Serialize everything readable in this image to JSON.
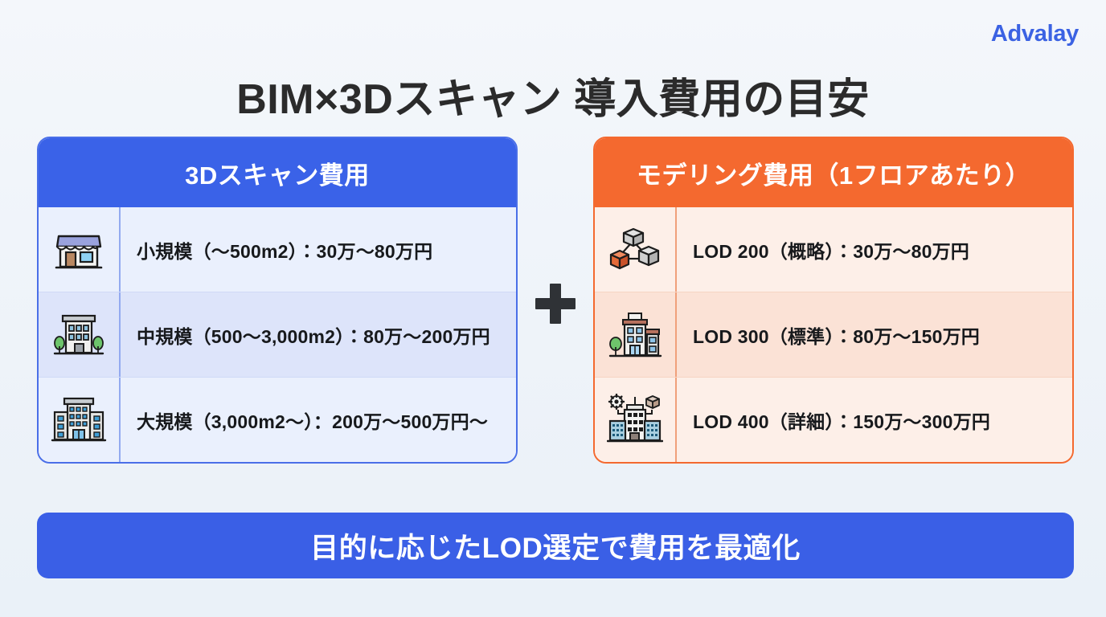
{
  "brand": {
    "name": "Advalay",
    "color": "#3b62e3"
  },
  "title": "BIM×3Dスキャン 導入費用の目安",
  "operator": "+",
  "cards": {
    "scan": {
      "header": "3Dスキャン費用",
      "header_color": "#3a62e8",
      "rows": [
        {
          "icon": "storefront-icon",
          "label": "小規模（〜500m2）：30万〜80万円"
        },
        {
          "icon": "office-building-trees-icon",
          "label": "中規模（500〜3,000m2）：80万〜200万円"
        },
        {
          "icon": "large-building-complex-icon",
          "label": "大規模（3,000m2〜）：200万〜500万円〜"
        }
      ]
    },
    "modeling": {
      "header": "モデリング費用（1フロアあたり）",
      "header_color": "#f4692f",
      "rows": [
        {
          "icon": "connected-cubes-icon",
          "label": "LOD 200（概略）：30万〜80万円"
        },
        {
          "icon": "building-tree-icon",
          "label": "LOD 300（標準）：80万〜150万円"
        },
        {
          "icon": "detailed-building-gear-cube-icon",
          "label": "LOD 400（詳細）：150万〜300万円"
        }
      ]
    }
  },
  "banner": {
    "text": "目的に応じたLOD選定で費用を最適化",
    "color": "#3a5fe6"
  }
}
